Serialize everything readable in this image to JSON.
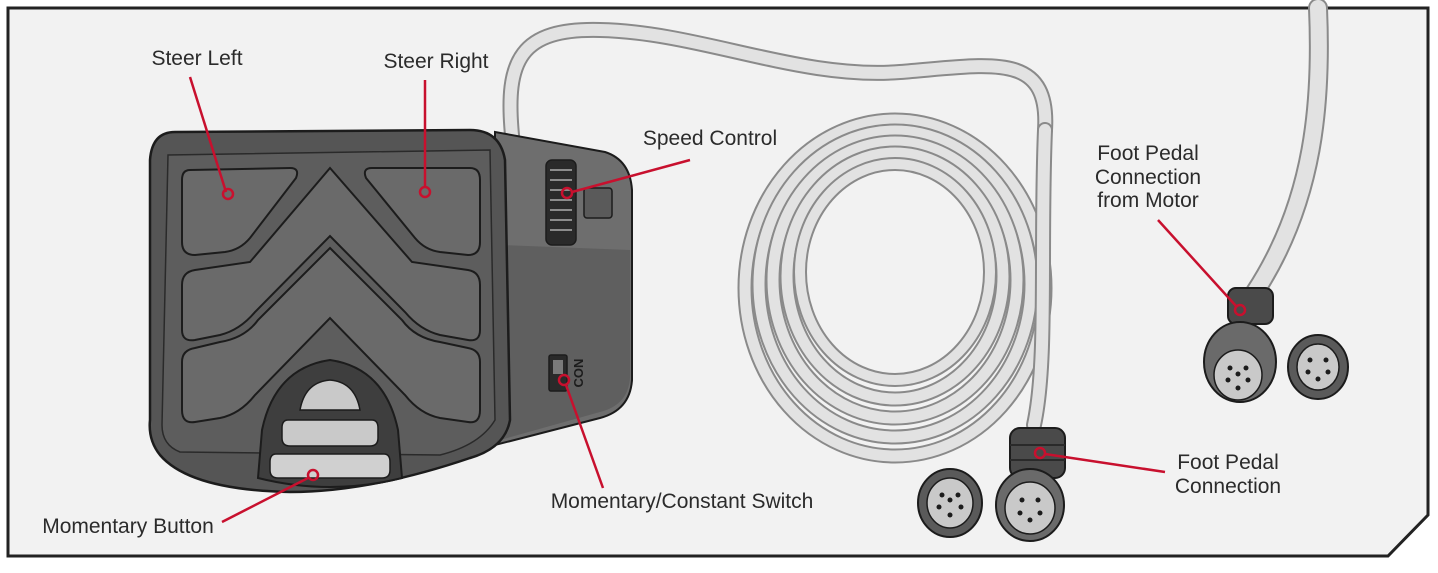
{
  "labels": {
    "steer_left": "Steer Left",
    "steer_right": "Steer Right",
    "speed_control": "Speed Control",
    "momentary_button": "Momentary Button",
    "momentary_constant_switch": "Momentary/Constant Switch",
    "foot_pedal_connection_line1": "Foot Pedal",
    "foot_pedal_connection_line2": "Connection",
    "motor_connection_line1": "Foot Pedal",
    "motor_connection_line2": "Connection",
    "motor_connection_line3": "from Motor",
    "switch_marking": "CON"
  },
  "colors": {
    "frame": "#222222",
    "panel": "#f2f2f2",
    "pedal_body": "#5b5b5b",
    "pedal_dark": "#3e3e3e",
    "cable": "#dcdcdc",
    "callout_line": "#c8102e"
  }
}
